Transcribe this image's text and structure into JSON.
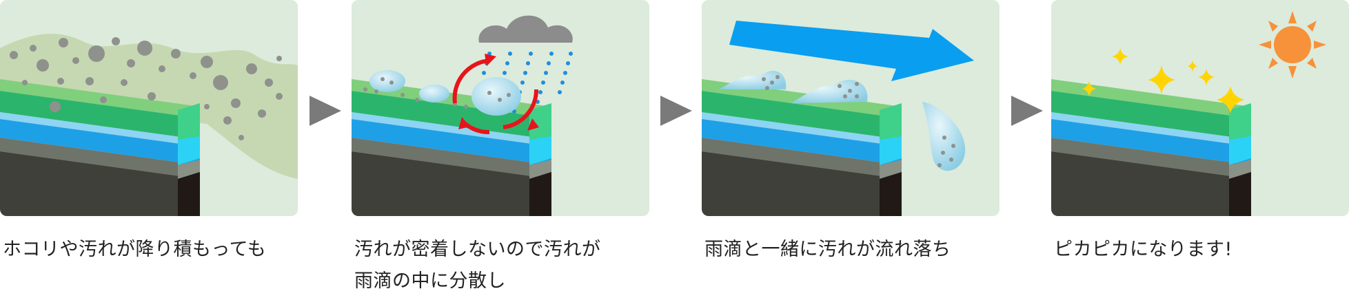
{
  "steps": [
    {
      "caption": "ホコリや汚れが降り積もっても"
    },
    {
      "caption_line1": "汚れが密着しないので汚れが",
      "caption_line2": "雨滴の中に分散し"
    },
    {
      "caption": "雨滴と一緒に汚れが流れ落ち"
    },
    {
      "caption": "ピカピカになります!"
    }
  ],
  "colors": {
    "panel_bg": "#dcebdb",
    "green_coat": "#2fbf6e",
    "blue_layer": "#1ea0e6",
    "base": "#3e4039",
    "rain": "#1b8fe0",
    "wind_arrow": "#0a9ef0",
    "sun": "#f7913a",
    "sparkle": "#ffd400",
    "cycle_arrow": "#e8141c",
    "step_arrow": "#7a7a7a"
  }
}
